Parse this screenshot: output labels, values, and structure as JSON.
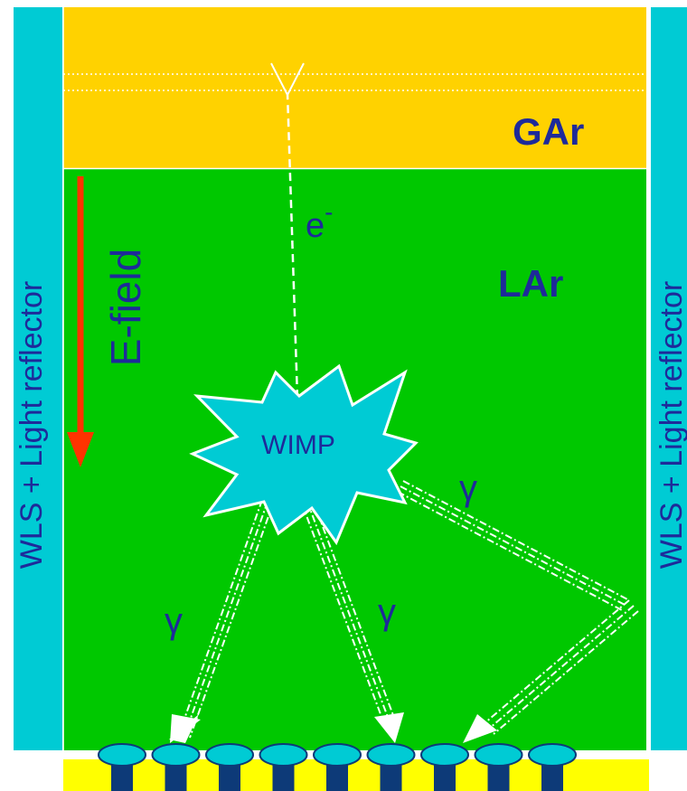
{
  "diagram": {
    "gas_label": "GAr",
    "liquid_label": "LAr",
    "field_label": "E-field",
    "electron_label": "e",
    "electron_sup": "-",
    "wimp_label": "WIMP",
    "gamma_label": "γ",
    "left_wall_label": "WLS + Light reflector",
    "right_wall_label": "WLS + Light reflector"
  },
  "colors": {
    "gas": "#ffd200",
    "liquid": "#00c800",
    "walls": "#00cbd4",
    "text": "#1e2a9a",
    "field_arrow": "#ff3300",
    "pmt_base": "#ffff00",
    "pmt_stem": "#0d3a78"
  },
  "pmt_count": 9
}
